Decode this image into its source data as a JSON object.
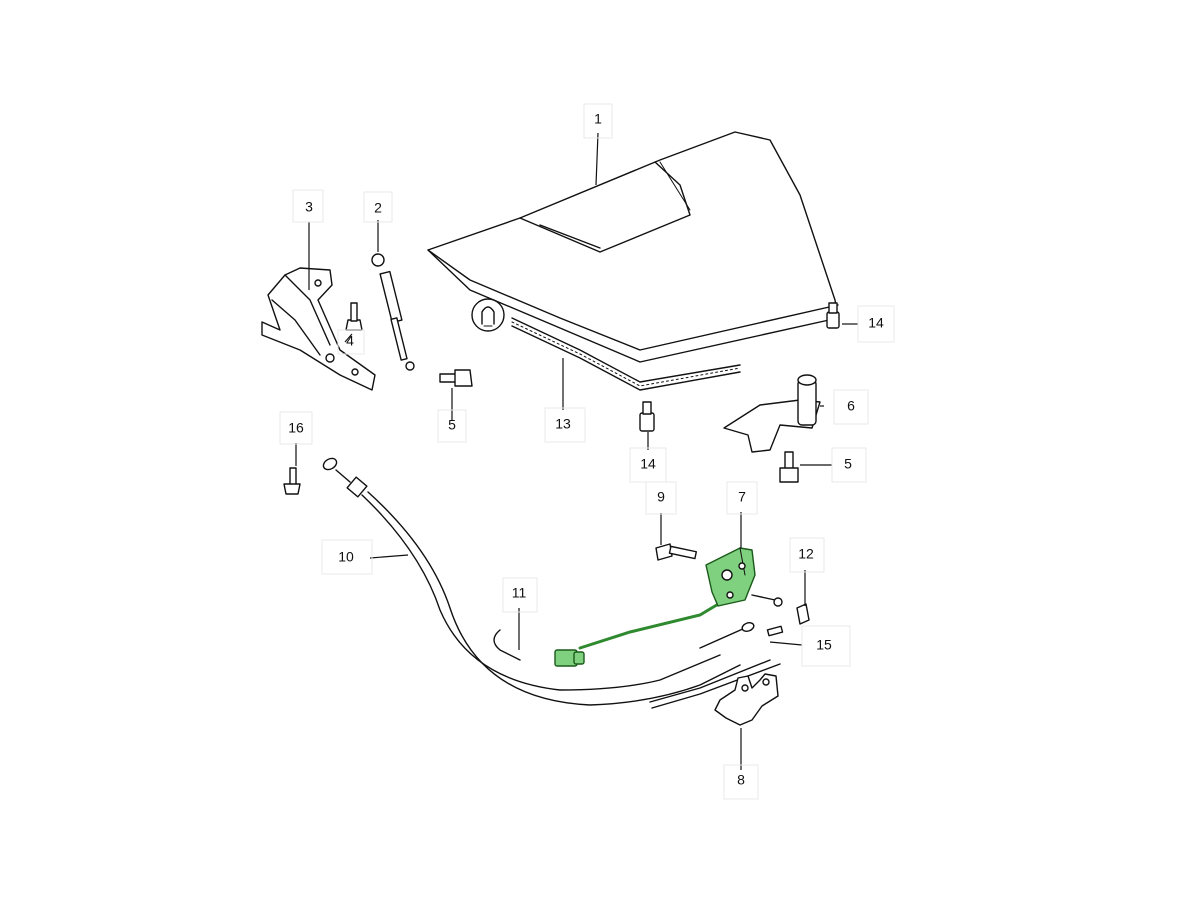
{
  "callouts": [
    {
      "id": "c1",
      "label": "1"
    },
    {
      "id": "c2",
      "label": "2"
    },
    {
      "id": "c3",
      "label": "3"
    },
    {
      "id": "c4",
      "label": "4"
    },
    {
      "id": "c5a",
      "label": "5"
    },
    {
      "id": "c5b",
      "label": "5"
    },
    {
      "id": "c6",
      "label": "6"
    },
    {
      "id": "c7",
      "label": "7"
    },
    {
      "id": "c8",
      "label": "8"
    },
    {
      "id": "c9",
      "label": "9"
    },
    {
      "id": "c10",
      "label": "10"
    },
    {
      "id": "c11",
      "label": "11"
    },
    {
      "id": "c12",
      "label": "12"
    },
    {
      "id": "c13",
      "label": "13"
    },
    {
      "id": "c14a",
      "label": "14"
    },
    {
      "id": "c14b",
      "label": "14"
    },
    {
      "id": "c15",
      "label": "15"
    },
    {
      "id": "c16",
      "label": "16"
    }
  ],
  "highlight_color": "#7fd07f"
}
